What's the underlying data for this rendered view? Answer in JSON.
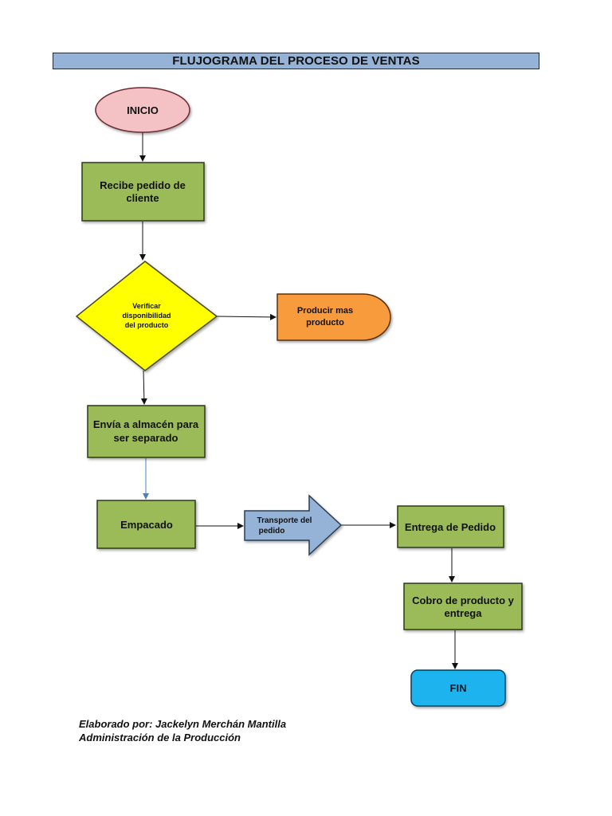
{
  "title": "FLUJOGRAMA DEL PROCESO DE VENTAS",
  "nodes": {
    "inicio": "INICIO",
    "recibe_pedido": [
      "Recibe pedido de",
      "cliente"
    ],
    "verificar": [
      "Verificar",
      "disponibilidad",
      "del producto"
    ],
    "producir": [
      "Producir mas",
      "producto"
    ],
    "envia_almacen": [
      "Envía a almacén para",
      "ser separado"
    ],
    "empacado": "Empacado",
    "transporte": [
      "Transporte del",
      "pedido"
    ],
    "entrega": "Entrega de Pedido",
    "cobro": [
      "Cobro de producto y",
      "entrega"
    ],
    "fin": "FIN"
  },
  "credits": {
    "author": "Elaborado por: Jackelyn Merchán Mantilla",
    "subject": "Administración de la Producción"
  },
  "colors": {
    "title_bg": "#95b3d7",
    "start": "#f4c2c4",
    "process": "#9bbb59",
    "decision": "#ffff00",
    "alternate": "#f79b3c",
    "transport": "#95b3d7",
    "end": "#1fb3ef"
  }
}
